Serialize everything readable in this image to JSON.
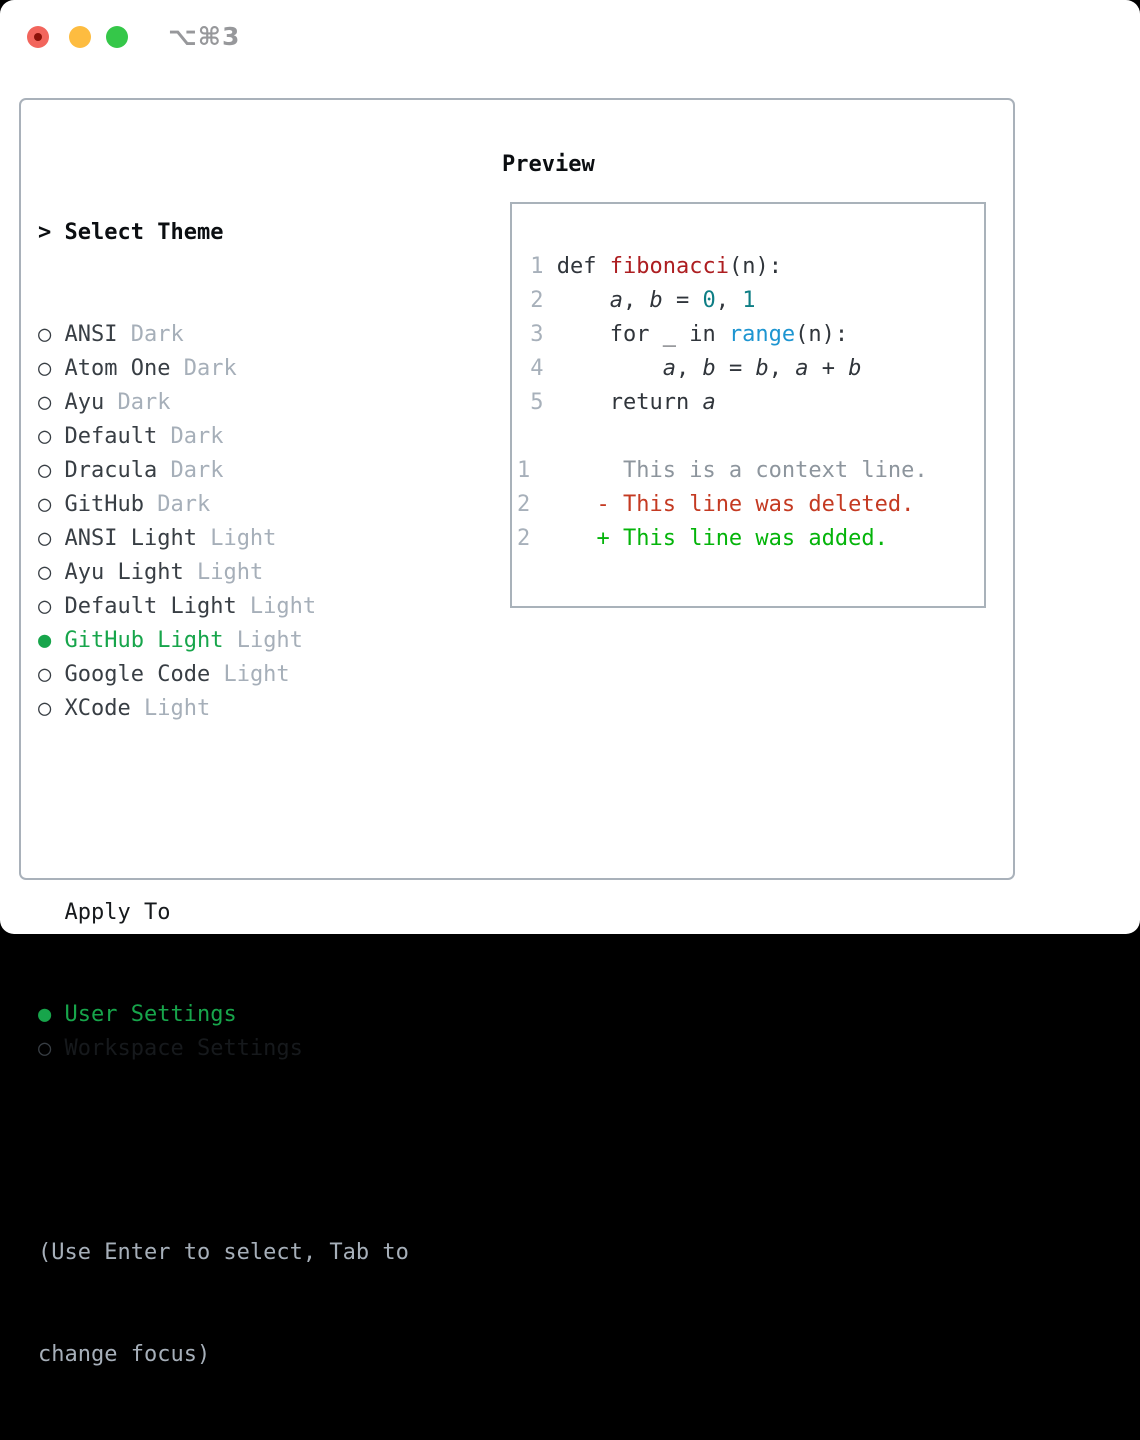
{
  "window": {
    "title": "⌥⌘3",
    "traffic_lights": [
      {
        "name": "close",
        "color": "#f2655c"
      },
      {
        "name": "minimize",
        "color": "#fdbc40"
      },
      {
        "name": "zoom",
        "color": "#35c749"
      }
    ]
  },
  "theme_panel": {
    "header": {
      "prompt": "> ",
      "label": "Select Theme"
    },
    "items": [
      {
        "name": "ANSI",
        "variant": "Dark",
        "selected": false
      },
      {
        "name": "Atom One",
        "variant": "Dark",
        "selected": false
      },
      {
        "name": "Ayu",
        "variant": "Dark",
        "selected": false
      },
      {
        "name": "Default",
        "variant": "Dark",
        "selected": false
      },
      {
        "name": "Dracula",
        "variant": "Dark",
        "selected": false
      },
      {
        "name": "GitHub",
        "variant": "Dark",
        "selected": false
      },
      {
        "name": "ANSI Light",
        "variant": "Light",
        "selected": false
      },
      {
        "name": "Ayu Light",
        "variant": "Light",
        "selected": false
      },
      {
        "name": "Default Light",
        "variant": "Light",
        "selected": false
      },
      {
        "name": "GitHub Light",
        "variant": "Light",
        "selected": true
      },
      {
        "name": "Google Code",
        "variant": "Light",
        "selected": false
      },
      {
        "name": "XCode",
        "variant": "Light",
        "selected": false
      }
    ],
    "radio_glyphs": {
      "unselected": "○ ",
      "selected": "● "
    },
    "apply_to": {
      "label": "  Apply To",
      "options": [
        {
          "label": "User Settings",
          "selected": true
        },
        {
          "label": "Workspace Settings",
          "selected": false
        }
      ]
    },
    "help_lines": [
      "(Use Enter to select, Tab to",
      "change focus)"
    ]
  },
  "preview": {
    "label": "Preview",
    "lines": [
      [
        {
          "t": " 1 ",
          "c": "ln"
        },
        {
          "t": "def ",
          "c": "code"
        },
        {
          "t": "fibonacci",
          "c": "fn"
        },
        {
          "t": "(n):",
          "c": "code"
        }
      ],
      [
        {
          "t": " 2 ",
          "c": "ln"
        },
        {
          "t": "    ",
          "c": "code"
        },
        {
          "t": "a",
          "c": "var"
        },
        {
          "t": ", ",
          "c": "code"
        },
        {
          "t": "b",
          "c": "var"
        },
        {
          "t": " = ",
          "c": "code"
        },
        {
          "t": "0",
          "c": "num"
        },
        {
          "t": ", ",
          "c": "code"
        },
        {
          "t": "1",
          "c": "num"
        }
      ],
      [
        {
          "t": " 3 ",
          "c": "ln"
        },
        {
          "t": "    for _ in ",
          "c": "code"
        },
        {
          "t": "range",
          "c": "blue"
        },
        {
          "t": "(n):",
          "c": "code"
        }
      ],
      [
        {
          "t": " 4 ",
          "c": "ln"
        },
        {
          "t": "        ",
          "c": "code"
        },
        {
          "t": "a",
          "c": "var"
        },
        {
          "t": ", ",
          "c": "code"
        },
        {
          "t": "b",
          "c": "var"
        },
        {
          "t": " = ",
          "c": "code"
        },
        {
          "t": "b",
          "c": "var"
        },
        {
          "t": ", ",
          "c": "code"
        },
        {
          "t": "a",
          "c": "var"
        },
        {
          "t": " + ",
          "c": "code"
        },
        {
          "t": "b",
          "c": "var"
        }
      ],
      [
        {
          "t": " 5 ",
          "c": "ln"
        },
        {
          "t": "    return ",
          "c": "code"
        },
        {
          "t": "a",
          "c": "var"
        }
      ],
      [],
      [
        {
          "t": "1",
          "c": "ln"
        },
        {
          "t": "       ",
          "c": "code"
        },
        {
          "t": "This is a context line.",
          "c": "ctx"
        }
      ],
      [
        {
          "t": "2",
          "c": "ln"
        },
        {
          "t": "     ",
          "c": "code"
        },
        {
          "t": "- This line was deleted.",
          "c": "del"
        }
      ],
      [
        {
          "t": "2",
          "c": "ln"
        },
        {
          "t": "     ",
          "c": "code"
        },
        {
          "t": "+ This line was added.",
          "c": "add"
        }
      ]
    ]
  },
  "colors": {
    "accent_green": "#17a54b",
    "item_text": "#383e44",
    "muted_text": "#a6afb9",
    "panel_border": "#a9b1ba",
    "function_red": "#ad1d20",
    "number_teal": "#0e7e85",
    "builtin_blue": "#1d95d1",
    "diff_deleted": "#c43a22",
    "diff_added": "#04b40a",
    "diff_context": "#8d959d",
    "line_number": "#a7b0ba",
    "title_gray": "#97989b"
  }
}
